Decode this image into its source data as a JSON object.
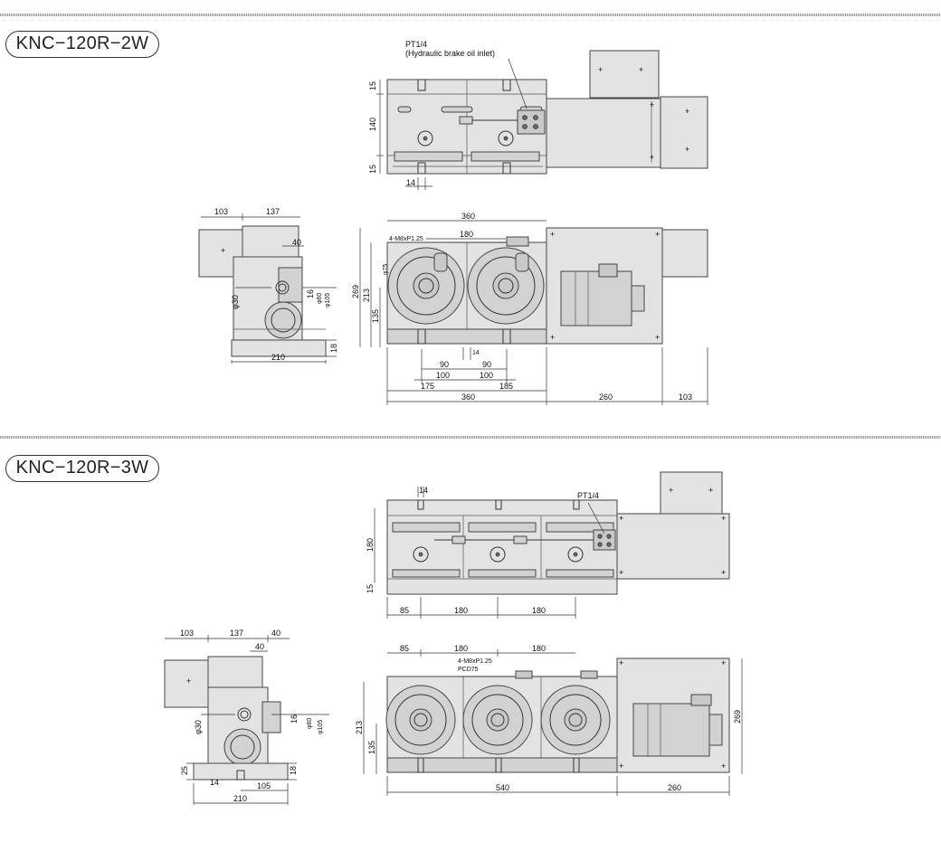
{
  "sections": [
    {
      "model": "KNC−120R−2W",
      "top_view": {
        "note_line1": "PT1/4",
        "note_line2": "(Hydraulic brake oil inlet)",
        "dim_15_top": "15",
        "dim_140": "140",
        "dim_15_bottom": "15",
        "dim_14": "14"
      },
      "side_view": {
        "dim_103": "103",
        "dim_137": "137",
        "dim_40": "40",
        "dim_phi30": "φ30",
        "dim_16": "16",
        "dim_phi60": "φ60",
        "dim_phi105": "φ105",
        "dim_18": "18",
        "dim_210": "210"
      },
      "front_view": {
        "dim_360_top": "360",
        "thread_note": "4-M8xP1.25",
        "dim_180": "180",
        "dim_phi75": "φ75",
        "dim_269": "269",
        "dim_213": "213",
        "dim_135": "135",
        "dim_14": "14",
        "dim_90_left": "90",
        "dim_90_right": "90",
        "dim_100_left": "100",
        "dim_100_right": "100",
        "dim_175": "175",
        "dim_185": "185",
        "dim_360_bottom": "360",
        "dim_260": "260",
        "dim_103": "103"
      }
    },
    {
      "model": "KNC−120R−3W",
      "top_view": {
        "dim_14": "14",
        "note_pt": "PT1/4",
        "dim_180_height": "180",
        "dim_15": "15",
        "dim_85": "85",
        "dim_180_a": "180",
        "dim_180_b": "180"
      },
      "side_view": {
        "dim_103": "103",
        "dim_137": "137",
        "dim_40_top": "40",
        "dim_40_inner": "40",
        "dim_phi30": "φ30",
        "dim_16": "16",
        "dim_phi60": "φ60",
        "dim_phi105": "φ105",
        "dim_25": "25",
        "dim_14": "14",
        "dim_105": "105",
        "dim_18": "18",
        "dim_210": "210"
      },
      "front_view": {
        "dim_85": "85",
        "dim_180_a": "180",
        "dim_180_b": "180",
        "thread_note": "4-M8xP1.25",
        "pcd_note": "PCD75",
        "dim_213": "213",
        "dim_135": "135",
        "dim_269": "269",
        "dim_540": "540",
        "dim_260": "260"
      }
    }
  ]
}
